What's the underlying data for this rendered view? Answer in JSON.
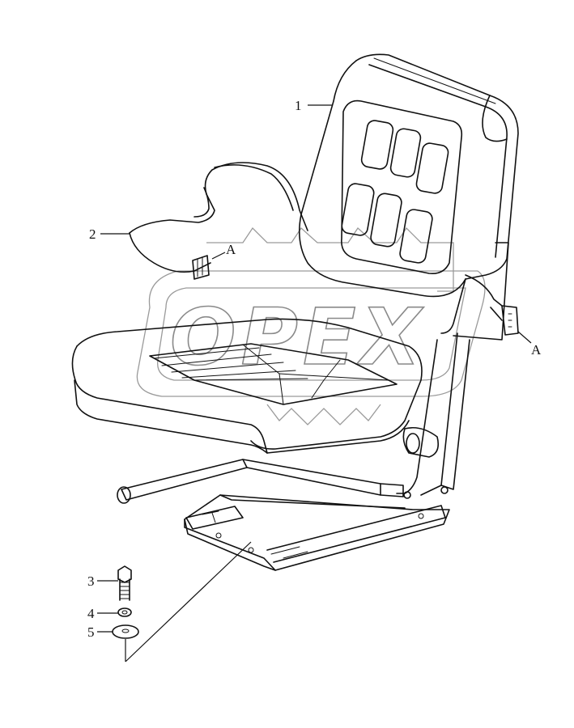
{
  "watermark": {
    "text": "OPEX",
    "color": "#9a9a9a"
  },
  "callouts": [
    {
      "id": "1",
      "label": "1"
    },
    {
      "id": "2",
      "label": "2"
    },
    {
      "id": "3",
      "label": "3"
    },
    {
      "id": "4",
      "label": "4"
    },
    {
      "id": "5",
      "label": "5"
    }
  ],
  "view_markers": [
    {
      "id": "a-left",
      "label": "A"
    },
    {
      "id": "a-right",
      "label": "A"
    }
  ]
}
